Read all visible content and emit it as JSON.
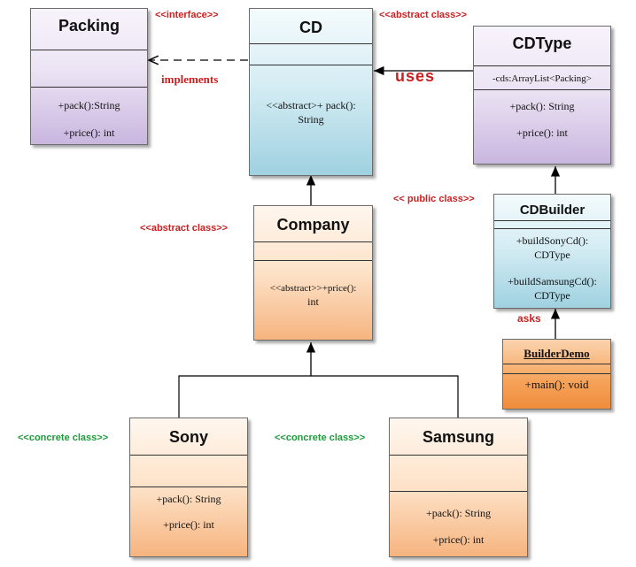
{
  "classes": {
    "packing": {
      "name": "Packing",
      "methods": [
        "+pack():String",
        "+price(): int"
      ]
    },
    "cd": {
      "name": "CD",
      "methods": [
        "<<abstract>+ pack():",
        "String"
      ]
    },
    "cdtype": {
      "name": "CDType",
      "attribute": "-cds:ArrayList<Packing>",
      "methods": [
        "+pack(): String",
        "+price(): int"
      ]
    },
    "company": {
      "name": "Company",
      "methods": [
        "<<abstract>>+price():",
        "int"
      ]
    },
    "cdbuilder": {
      "name": "CDBuilder",
      "methods": [
        "+buildSonyCd():",
        "CDType",
        "+buildSamsungCd():",
        "CDType"
      ]
    },
    "builderdemo": {
      "name": "BuilderDemo",
      "methods": [
        "+main(): void"
      ]
    },
    "sony": {
      "name": "Sony",
      "methods": [
        "+pack(): String",
        "+price(): int"
      ]
    },
    "samsung": {
      "name": "Samsung",
      "methods": [
        "+pack(): String",
        "+price(): int"
      ]
    }
  },
  "stereotypes": {
    "packing": "<<interface>>",
    "cd": "<<abstract class>>",
    "cdbuilder": "<< public class>>",
    "company": "<<abstract class>>",
    "sony": "<<concrete class>>",
    "samsung": "<<concrete class>>"
  },
  "relations": {
    "implements": "implements",
    "uses": "uses",
    "asks": "asks"
  },
  "colors": {
    "stereotype_red": "#cc1f1f",
    "stereotype_green": "#1d9b3a",
    "interface_purple": "#c9b6df",
    "abstract_cyan": "#9fd1e0",
    "company_peach": "#f6b47f",
    "demo_orange": "#ef8c3c"
  }
}
